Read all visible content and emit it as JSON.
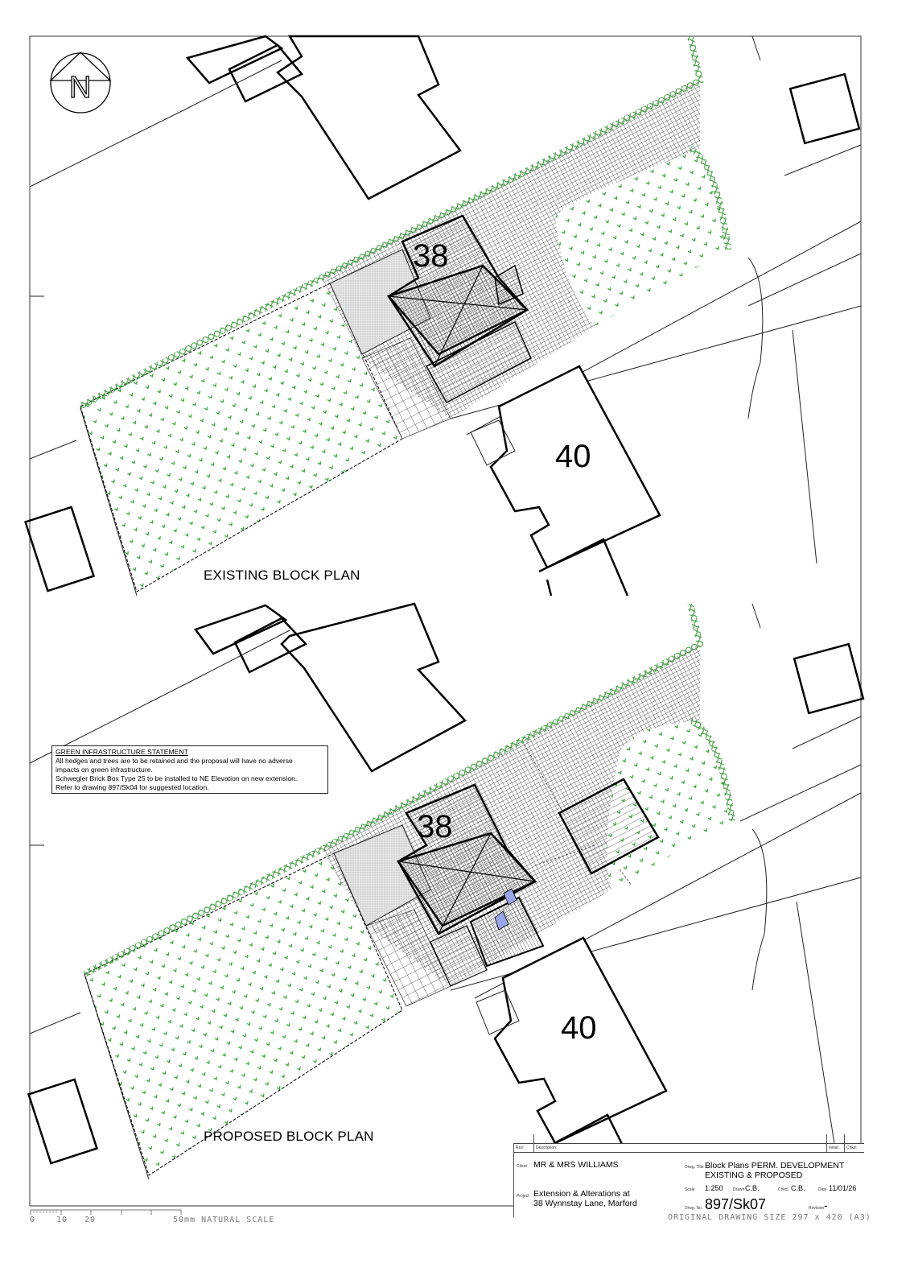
{
  "north_arrow": {
    "letter": "N"
  },
  "plans": [
    {
      "title": "EXISTING BLOCK PLAN",
      "plots": [
        {
          "number": "38"
        },
        {
          "number": "40"
        }
      ]
    },
    {
      "title": "PROPOSED BLOCK PLAN",
      "plots": [
        {
          "number": "38"
        },
        {
          "number": "40"
        }
      ]
    }
  ],
  "statement": {
    "heading": "GREEN INFRASTRUCTURE STATEMENT",
    "lines": [
      "All hedges and trees are to be retained and the proposal will have no adverse",
      "impacts on green infrastructure.",
      "Schwegler Brick Box Type 25 to be installed to NE Elevation on new extension.",
      "Refer to drawing 897/Sk04 for suggested location."
    ]
  },
  "title_block": {
    "rev_label": "Rev:",
    "description_label": "Description:",
    "initial_label": "Initial:",
    "checked_label": "Chkd:",
    "client_label": "Client",
    "client": "MR & MRS WILLIAMS",
    "project_label": "Project",
    "project_line1": "Extension & Alterations at",
    "project_line2": "38 Wynnstay Lane, Marford",
    "drawing_title_label": "Drwg. Title",
    "drawing_title_line1": "Block Plans PERM. DEVELOPMENT",
    "drawing_title_line2": "EXISTING & PROPOSED",
    "scale_label": "Scale",
    "scale": "1:250",
    "drawn_label": "Drawn",
    "drawn": "C.B.",
    "checked_by_label": "Chkd.",
    "checked_by": "C.B.",
    "date_label": "Date",
    "date": "11/01/26",
    "drawing_no_label": "Drwg. No.",
    "drawing_no": "897/Sk07",
    "revision_label": "Revision",
    "revision": "-"
  },
  "scale_bar": {
    "ticks": [
      "0",
      "10",
      "20"
    ],
    "caption": "50mm NATURAL SCALE"
  },
  "sheet": {
    "original_size": "ORIGINAL DRAWING SIZE 297 x 420 (A3)"
  },
  "colors": {
    "hedge": "#3a9a3a",
    "lawn_marks": "#2e9e2e",
    "window": "#9aa6e8",
    "frame": "#555555"
  }
}
